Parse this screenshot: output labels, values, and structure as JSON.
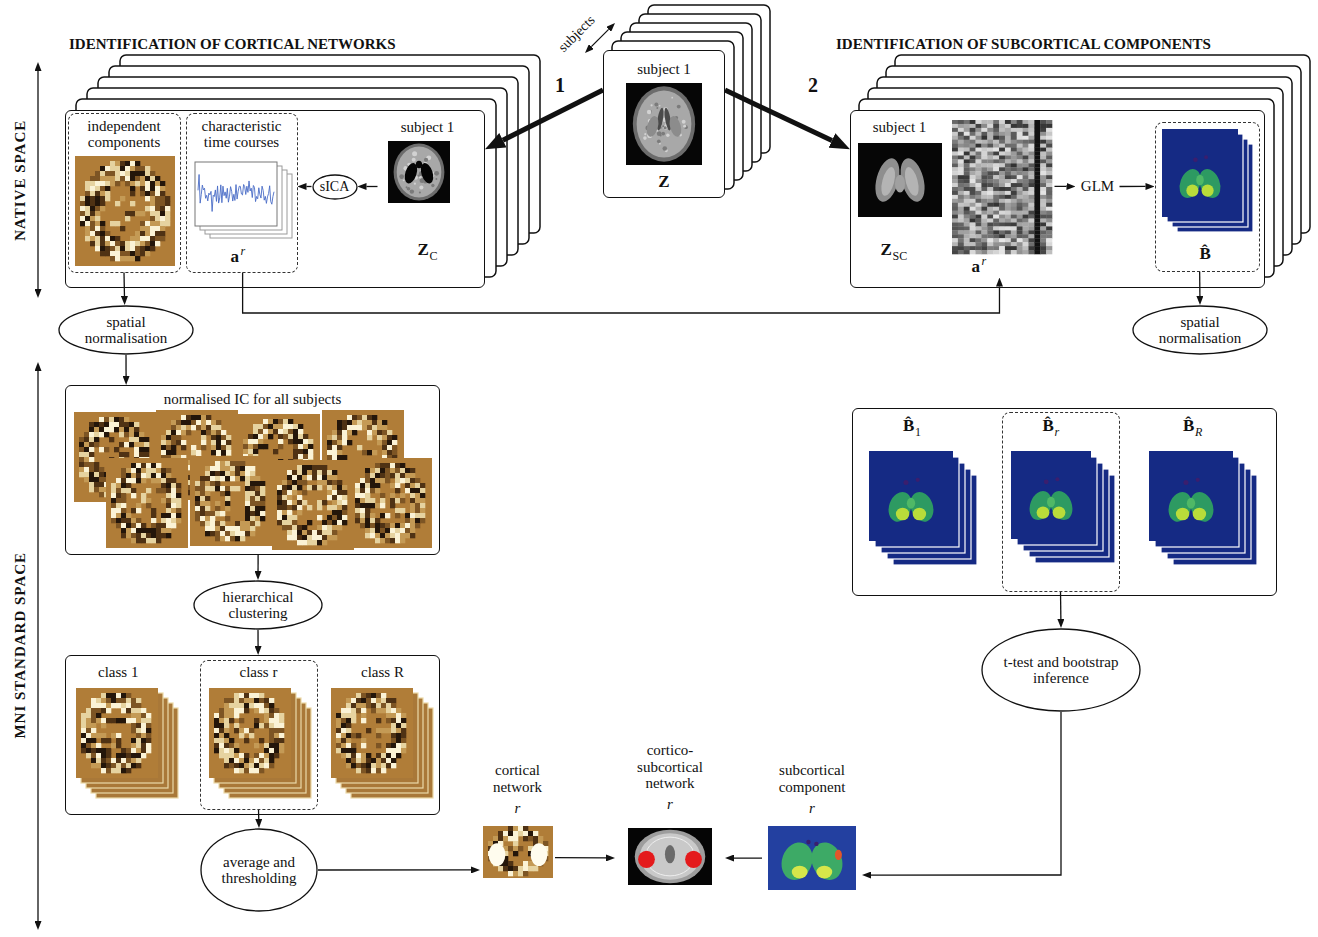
{
  "diagram": {
    "nodes": [
      {
        "text": [
          "IDENTIFICATION OF CORTICAL NETWORKS"
        ]
      },
      {
        "text": [
          "independent components"
        ],
        "in": 0
      },
      {
        "text": [
          "characteristic time courses",
          "a",
          "r"
        ],
        "in": 0
      },
      {
        "text": [
          "sICA"
        ],
        "in": 0
      },
      {
        "text": [
          "subject 1",
          "Z",
          "C"
        ],
        "in": 0
      },
      {
        "text": [
          "subjects",
          "subject 1",
          "Z"
        ]
      },
      {
        "text": [
          "IDENTIFICATION OF SUBCORTICAL COMPONENTS"
        ]
      },
      {
        "text": [
          "subject 1",
          "Z",
          "SC"
        ],
        "in": 6
      },
      {
        "text": [
          "a",
          "r"
        ],
        "in": 6
      },
      {
        "text": [
          "GLM"
        ],
        "in": 6
      },
      {
        "text": [
          "B̂"
        ],
        "in": 6
      },
      {
        "text": [
          "spatial normalisation"
        ]
      },
      {
        "text": [
          "spatial normalisation"
        ]
      },
      {
        "text": [
          "normalised IC for all subjects"
        ]
      },
      {
        "text": [
          "hierarchical clustering"
        ]
      },
      {
        "text": [
          "class 1",
          "class R"
        ]
      },
      {
        "text": [
          "class r"
        ],
        "in": 15
      },
      {
        "text": [
          "average and thresholding"
        ]
      },
      {
        "text": [
          "B̂",
          "1",
          "B̂",
          "R"
        ]
      },
      {
        "text": [
          "B̂",
          "r"
        ],
        "in": 18
      },
      {
        "text": [
          "t-test and bootstrap inference"
        ]
      },
      {
        "text": [
          "cortical network",
          "r"
        ]
      },
      {
        "text": [
          "cortico- subcortical network",
          "r"
        ]
      },
      {
        "text": [
          "subcortical component",
          "r"
        ]
      }
    ],
    "edges": [
      {
        "from": 5,
        "to": 0,
        "label": "1",
        "arrow": "to"
      },
      {
        "from": 5,
        "to": 6,
        "label": "2",
        "arrow": "to"
      },
      {
        "from": 4,
        "to": 3,
        "arrow": "to"
      },
      {
        "from": 3,
        "to": 2,
        "arrow": "to"
      },
      {
        "from": 1,
        "to": 11,
        "arrow": "to"
      },
      {
        "from": 2,
        "to": 8,
        "arrow": "to"
      },
      {
        "from": 8,
        "to": 9,
        "arrow": "to"
      },
      {
        "from": 9,
        "to": 10,
        "arrow": "to"
      },
      {
        "from": 10,
        "to": 12,
        "arrow": "to"
      },
      {
        "from": 11,
        "to": 13,
        "arrow": "to"
      },
      {
        "from": 13,
        "to": 14,
        "arrow": "to"
      },
      {
        "from": 14,
        "to": 15,
        "arrow": "to"
      },
      {
        "from": 16,
        "to": 17,
        "arrow": "to"
      },
      {
        "from": 17,
        "to": 21,
        "arrow": "to"
      },
      {
        "from": 21,
        "to": 22,
        "arrow": "to"
      },
      {
        "from": 23,
        "to": 22,
        "arrow": "to"
      },
      {
        "from": 19,
        "to": 20,
        "arrow": "to"
      },
      {
        "from": 20,
        "to": 23,
        "arrow": "to"
      }
    ],
    "labels": [
      "NATIVE SPACE",
      "MNI STANDARD SPACE"
    ]
  }
}
